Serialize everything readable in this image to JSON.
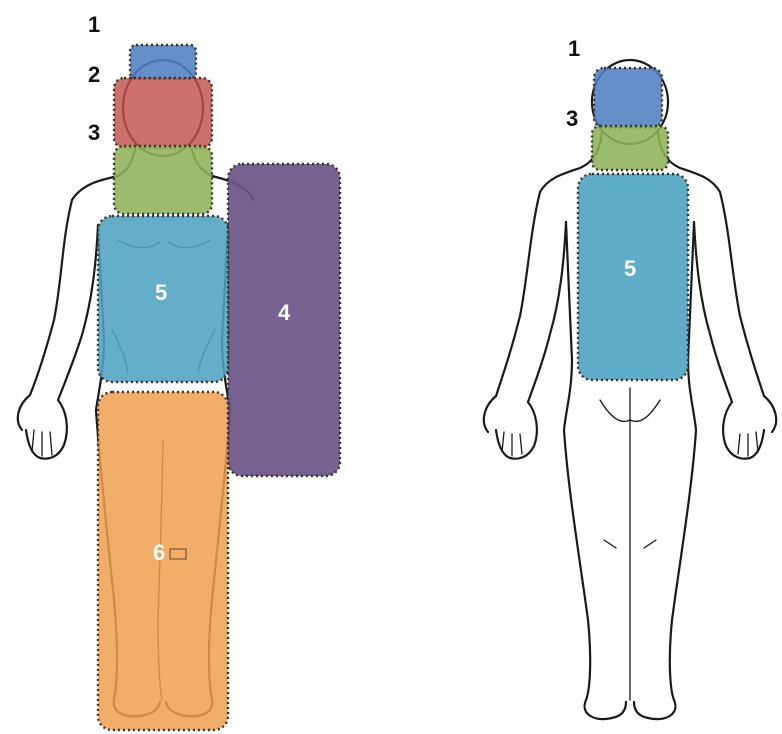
{
  "front_view": {
    "regions": [
      {
        "label": "1",
        "color": "#4f7fc1"
      },
      {
        "label": "2",
        "color": "#c0504d"
      },
      {
        "label": "3",
        "color": "#8fb259"
      },
      {
        "label": "4",
        "color": "#6b5488"
      },
      {
        "label": "5",
        "color": "#4ea3c3"
      },
      {
        "label": "6",
        "color": "#f0a04f"
      }
    ]
  },
  "back_view": {
    "regions": [
      {
        "label": "1",
        "color": "#4f7fc1"
      },
      {
        "label": "3",
        "color": "#8fb259"
      },
      {
        "label": "5",
        "color": "#4ea3c3"
      }
    ]
  }
}
